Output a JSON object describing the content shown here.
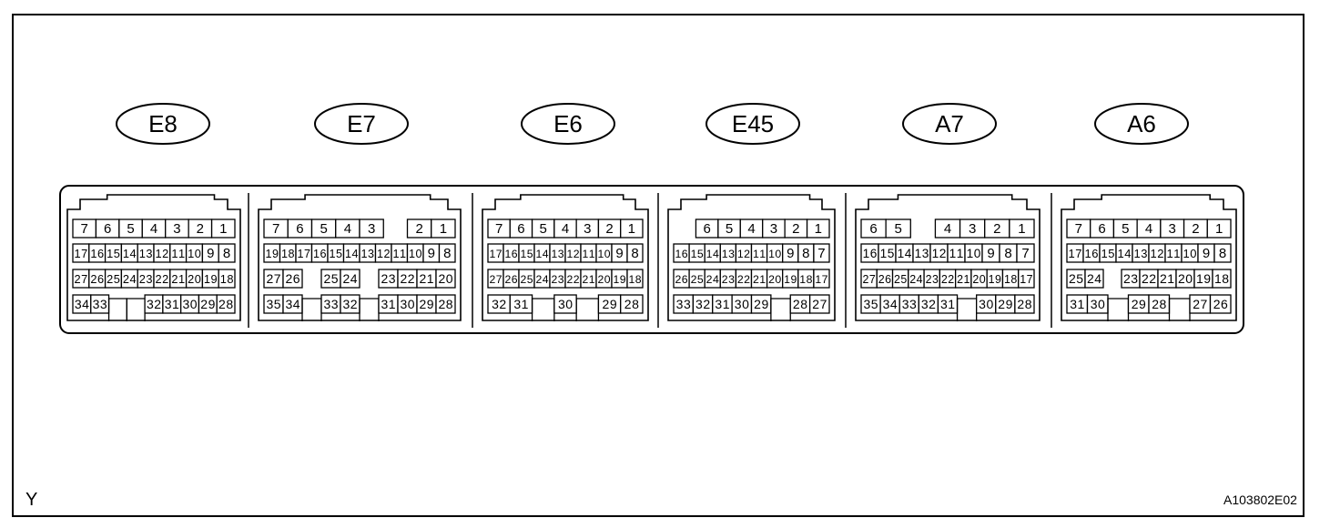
{
  "figure_id": "A103802E02",
  "corner_mark": "Y",
  "connectors": [
    {
      "name": "E8",
      "rows": [
        [
          "7",
          "6",
          "5",
          "4",
          "3",
          "2",
          "1"
        ],
        [
          "17",
          "16",
          "15",
          "14",
          "13",
          "12",
          "11",
          "10",
          "9",
          "8"
        ],
        [
          "27",
          "26",
          "25",
          "24",
          "23",
          "22",
          "21",
          "20",
          "19",
          "18"
        ],
        [
          "34",
          "33",
          "",
          "",
          "32",
          "31",
          "30",
          "29",
          "28"
        ]
      ]
    },
    {
      "name": "E7",
      "rows": [
        [
          "7",
          "6",
          "5",
          "4",
          "3",
          "",
          "2",
          "1"
        ],
        [
          "19",
          "18",
          "17",
          "16",
          "15",
          "14",
          "13",
          "12",
          "11",
          "10",
          "9",
          "8"
        ],
        [
          "27",
          "26",
          "",
          "25",
          "24",
          "",
          "23",
          "22",
          "21",
          "20"
        ],
        [
          "35",
          "34",
          "",
          "33",
          "32",
          "",
          "31",
          "30",
          "29",
          "28"
        ]
      ]
    },
    {
      "name": "E6",
      "rows": [
        [
          "7",
          "6",
          "5",
          "4",
          "3",
          "2",
          "1"
        ],
        [
          "17",
          "16",
          "15",
          "14",
          "13",
          "12",
          "11",
          "10",
          "9",
          "8"
        ],
        [
          "27",
          "26",
          "25",
          "24",
          "23",
          "22",
          "21",
          "20",
          "19",
          "18"
        ],
        [
          "32",
          "31",
          "",
          "30",
          "",
          "29",
          "28"
        ]
      ]
    },
    {
      "name": "E45",
      "rows": [
        [
          "",
          "6",
          "5",
          "4",
          "3",
          "2",
          "1"
        ],
        [
          "16",
          "15",
          "14",
          "13",
          "12",
          "11",
          "10",
          "9",
          "8",
          "7"
        ],
        [
          "26",
          "25",
          "24",
          "23",
          "22",
          "21",
          "20",
          "19",
          "18",
          "17"
        ],
        [
          "33",
          "32",
          "31",
          "30",
          "29",
          "",
          "28",
          "27"
        ]
      ]
    },
    {
      "name": "A7",
      "rows": [
        [
          "6",
          "5",
          "",
          "4",
          "3",
          "2",
          "1"
        ],
        [
          "16",
          "15",
          "14",
          "13",
          "12",
          "11",
          "10",
          "9",
          "8",
          "7"
        ],
        [
          "27",
          "26",
          "25",
          "24",
          "23",
          "22",
          "21",
          "20",
          "19",
          "18",
          "17"
        ],
        [
          "35",
          "34",
          "33",
          "32",
          "31",
          "",
          "30",
          "29",
          "28"
        ]
      ]
    },
    {
      "name": "A6",
      "rows": [
        [
          "7",
          "6",
          "5",
          "4",
          "3",
          "2",
          "1"
        ],
        [
          "17",
          "16",
          "15",
          "14",
          "13",
          "12",
          "11",
          "10",
          "9",
          "8"
        ],
        [
          "25",
          "24",
          "",
          "23",
          "22",
          "21",
          "20",
          "19",
          "18"
        ],
        [
          "31",
          "30",
          "",
          "29",
          "28",
          "",
          "27",
          "26"
        ]
      ]
    }
  ]
}
